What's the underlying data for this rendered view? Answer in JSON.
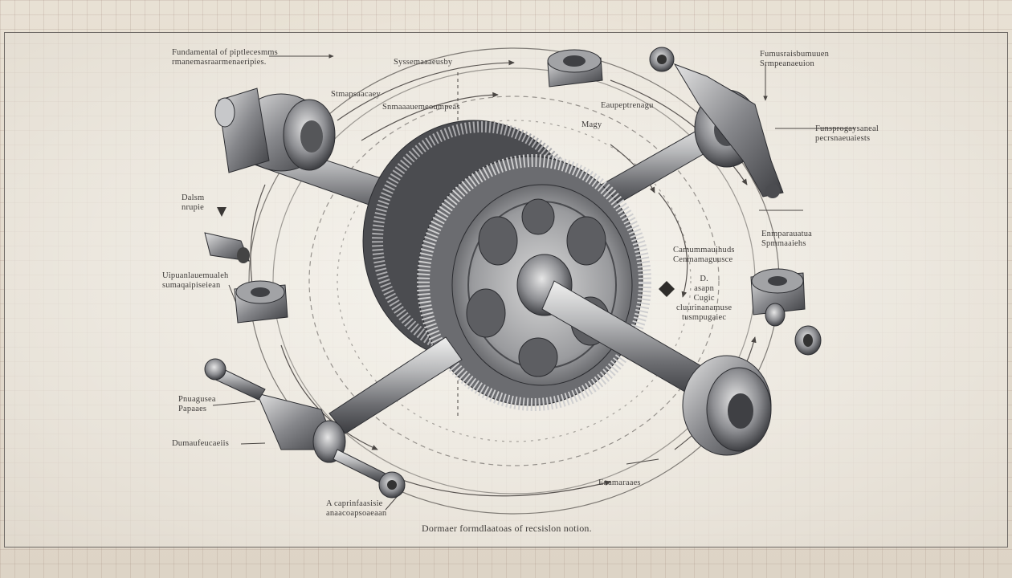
{
  "labels": {
    "top_left": [
      "Fundamental of piptlecesmms",
      "rmanemasraarmenaeripies."
    ],
    "top_center_upper": "Syssemaaaeusby",
    "top_center_mid": "Stmapsaacaey",
    "top_center_lower": "Snmaaauemeoumpeas",
    "top_center_right": "Eaupeptrenagu",
    "top_center_small": "Magy",
    "top_right": [
      "Fumusraisbumuuen",
      "Srmpeanaeuion"
    ],
    "right_upper": [
      "Funsprogaysaneal",
      "pecrsnaeuaiests"
    ],
    "left_mid": [
      "Dalsm",
      "nrupie"
    ],
    "right_mid": [
      "Enmparauatua",
      "Spmmaaiehs"
    ],
    "center_right": [
      "Camummauihuds",
      "Cenmamaguusce"
    ],
    "center_right_lower": [
      "D.",
      "asapn",
      "Cugic",
      "cluurinanamuse",
      "tusmpugaiec"
    ],
    "left_lower": [
      "Uipuanlauemualeh",
      "sumaqaipiseiean"
    ],
    "left_bottom": [
      "Pnuagusea",
      "Papaaes"
    ],
    "bottom_left": "Dumaufeucaeiis",
    "bottom_center_left": [
      "A caprinfaasisie",
      "anaacoapsoaeaan"
    ],
    "bottom_center_right": "Enamaraaes",
    "caption": "Dormaer formdlaatoas of recsislon notion."
  },
  "colors": {
    "ink": "#3f3c3a",
    "paper": "#ebe6dc",
    "grid": "#b39891",
    "steel_dark": "#3a3b3e",
    "steel_light": "#c9cacb"
  }
}
